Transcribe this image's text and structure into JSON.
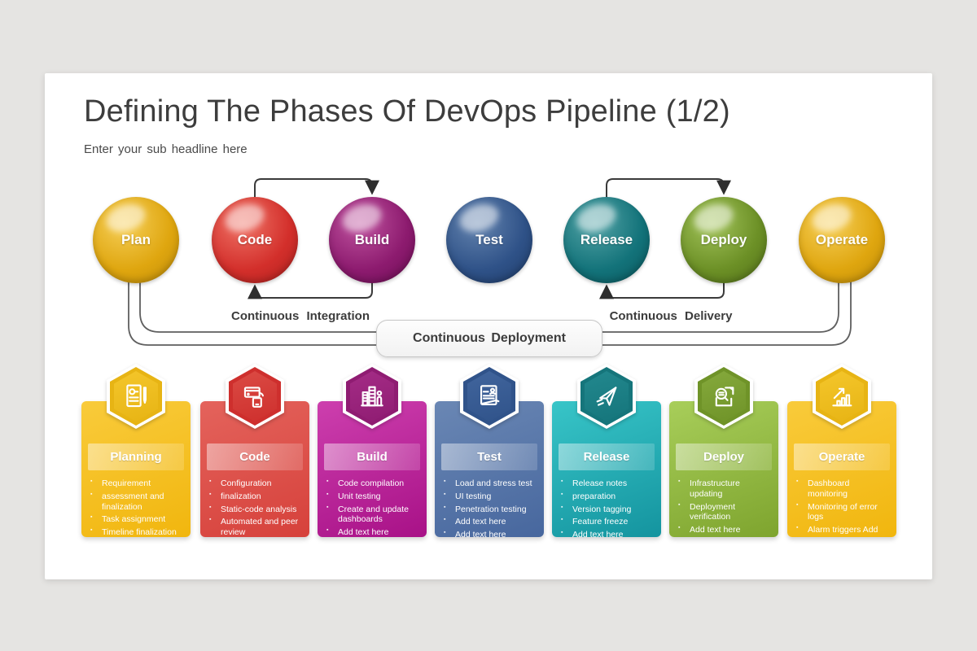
{
  "page": {
    "title": "Defining The Phases Of DevOps Pipeline (1/2)",
    "subtitle": "Enter your sub headline here"
  },
  "pipeline": {
    "stages": [
      {
        "label": "Plan",
        "color": "#DFA60F"
      },
      {
        "label": "Code",
        "color": "#D32F2B"
      },
      {
        "label": "Build",
        "color": "#8D1B6F"
      },
      {
        "label": "Test",
        "color": "#2F5288"
      },
      {
        "label": "Release",
        "color": "#13737A"
      },
      {
        "label": "Deploy",
        "color": "#6C9026"
      },
      {
        "label": "Operate",
        "color": "#DFA60F"
      }
    ],
    "ci_label": "Continuous Integration",
    "cd_label": "Continuous Delivery",
    "deployment_label": "Continuous Deployment"
  },
  "cards": [
    {
      "title": "Planning",
      "icon": "document-pencil-icon",
      "color": "#F5BE1C",
      "items": [
        "Requirement",
        "assessment and finalization",
        "Task assignment",
        "Timeline finalization"
      ]
    },
    {
      "title": "Code",
      "icon": "card-payment-hand-icon",
      "color": "#DC4B44",
      "items": [
        "Configuration",
        "finalization",
        "Static-code analysis",
        "Automated and peer review"
      ]
    },
    {
      "title": "Build",
      "icon": "city-buildings-person-icon",
      "color": "#BC2399",
      "items": [
        "Code compilation",
        "Unit testing",
        "Create and update dashboards",
        "Add text here"
      ]
    },
    {
      "title": "Test",
      "icon": "document-pen-icon",
      "color": "#5374A7",
      "items": [
        "Load and stress test",
        "UI testing",
        "Penetration testing",
        "Add text here",
        "Add text here"
      ]
    },
    {
      "title": "Release",
      "icon": "paper-plane-icon",
      "color": "#23AEB5",
      "items": [
        "Release notes",
        "preparation",
        "Version tagging",
        "Feature freeze",
        "Add text here"
      ]
    },
    {
      "title": "Deploy",
      "icon": "magnifier-document-icon",
      "color": "#90BA41",
      "items": [
        "Infrastructure updating",
        "Deployment verification",
        "Add text here"
      ]
    },
    {
      "title": "Operate",
      "icon": "growth-chart-icon",
      "color": "#F5C021",
      "items": [
        "Dashboard monitoring",
        "Monitoring of error logs",
        "Alarm triggers Add"
      ]
    }
  ]
}
